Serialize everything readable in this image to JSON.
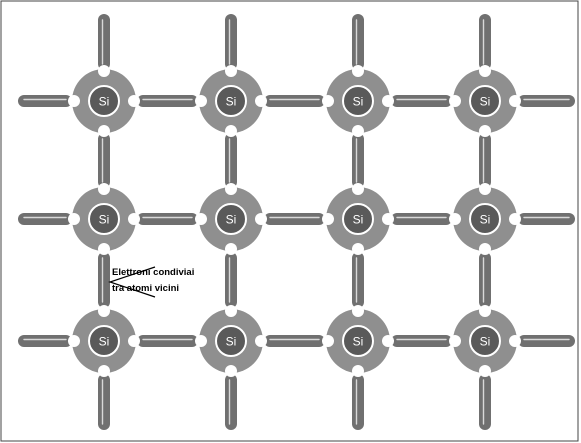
{
  "atoms": {
    "symbol": "Si",
    "rows": 3,
    "cols": 4
  },
  "annotation": {
    "line1": "Elettroni condiviai",
    "line2": "tra atomi vicini"
  },
  "colors": {
    "shell": "#8f8f8f",
    "nucleus": "#5a5a5a",
    "nucleus_ring": "#ffffff",
    "bond": "#707070",
    "bond_highlight": "#d9d9d9",
    "frame": "#444444",
    "pointer": "#000000",
    "symbol_text": "#ffffff"
  }
}
